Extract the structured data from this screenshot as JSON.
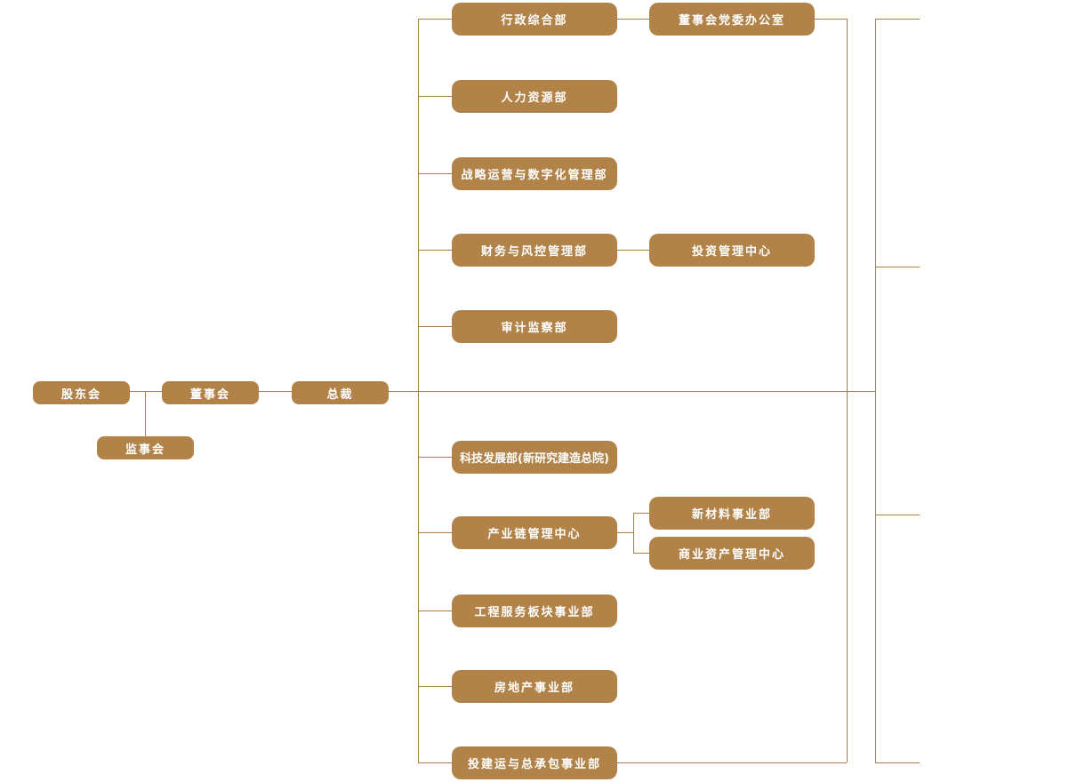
{
  "chart": {
    "type": "org-chart",
    "accent_color": "#b28349",
    "line_color": "#a87f42",
    "text_color": "#ffffff",
    "background": "#ffffff"
  },
  "nodes": {
    "shareholders": {
      "label": "股东会"
    },
    "supervisory": {
      "label": "监事会"
    },
    "board": {
      "label": "董事会"
    },
    "president": {
      "label": "总裁"
    },
    "admin": {
      "label": "行政综合部"
    },
    "party_office": {
      "label": "董事会党委办公室"
    },
    "hr": {
      "label": "人力资源部"
    },
    "strategy": {
      "label": "战略运营与数字化管理部"
    },
    "finance": {
      "label": "财务与风控管理部"
    },
    "investment": {
      "label": "投资管理中心"
    },
    "audit": {
      "label": "审计监察部"
    },
    "tech": {
      "label": "科技发展部(新研究建造总院)"
    },
    "chain": {
      "label": "产业链管理中心"
    },
    "materials": {
      "label": "新材料事业部"
    },
    "commercial": {
      "label": "商业资产管理中心"
    },
    "engineering": {
      "label": "工程服务板块事业部"
    },
    "realestate": {
      "label": "房地产事业部"
    },
    "epc": {
      "label": "投建运与总承包事业部"
    }
  },
  "hierarchy": {
    "root": "股东会",
    "edges": [
      [
        "股东会",
        "董事会"
      ],
      [
        "股东会",
        "监事会"
      ],
      [
        "董事会",
        "总裁"
      ],
      [
        "总裁",
        "行政综合部"
      ],
      [
        "行政综合部",
        "董事会党委办公室"
      ],
      [
        "总裁",
        "人力资源部"
      ],
      [
        "总裁",
        "战略运营与数字化管理部"
      ],
      [
        "总裁",
        "财务与风控管理部"
      ],
      [
        "财务与风控管理部",
        "投资管理中心"
      ],
      [
        "总裁",
        "审计监察部"
      ],
      [
        "总裁",
        "科技发展部(新研究建造总院)"
      ],
      [
        "总裁",
        "产业链管理中心"
      ],
      [
        "产业链管理中心",
        "新材料事业部"
      ],
      [
        "产业链管理中心",
        "商业资产管理中心"
      ],
      [
        "总裁",
        "工程服务板块事业部"
      ],
      [
        "总裁",
        "房地产事业部"
      ],
      [
        "总裁",
        "投建运与总承包事业部"
      ]
    ]
  }
}
